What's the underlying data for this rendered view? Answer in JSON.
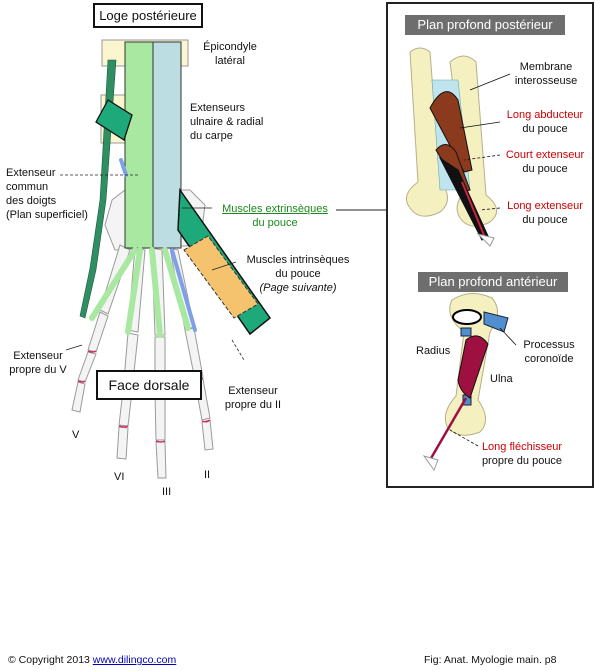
{
  "main": {
    "top_box": "Loge postérieure",
    "bottom_box": "Face dorsale",
    "labels": {
      "epicondyle_1": "Épicondyle",
      "epicondyle_2": "latéral",
      "ext_carpe_1": "Extenseurs",
      "ext_carpe_2": "ulnaire & radial",
      "ext_carpe_3": "du carpe",
      "commun_1": "Extenseur",
      "commun_2": "commun",
      "commun_3": "des doigts",
      "commun_4": "(Plan superficiel)",
      "extrin_1": "Muscles extrinsèques",
      "extrin_2": "du pouce",
      "intrin_1": "Muscles intrinsèques",
      "intrin_2": "du pouce",
      "intrin_3": "(Page suivante)",
      "propre_v_1": "Extenseur",
      "propre_v_2": "propre du V",
      "propre_ii_1": "Extenseur",
      "propre_ii_2": "propre du II",
      "finger_v": "V",
      "finger_vi": "VI",
      "finger_iii": "III",
      "finger_ii": "II"
    }
  },
  "inset": {
    "post_title": "Plan profond postérieur",
    "ant_title": "Plan profond antérieur",
    "labels": {
      "membrane_1": "Membrane",
      "membrane_2": "interosseuse",
      "long_abd_1": "Long abducteur",
      "long_abd_2": "du pouce",
      "court_ext_1": "Court extenseur",
      "court_ext_2": "du pouce",
      "long_ext_1": "Long extenseur",
      "long_ext_2": "du pouce",
      "radius": "Radius",
      "processus_1": "Processus",
      "processus_2": "coronoïde",
      "ulna": "Ulna",
      "long_flech_1": "Long fléchisseur",
      "long_flech_2": "propre du pouce"
    }
  },
  "footer": {
    "copyright": "© Copyright 2013",
    "url": "www.dilingco.com",
    "fig": "Fig:  Anat. Myologie main. p8"
  },
  "colors": {
    "green_label": "#1a8a1a",
    "red_label": "#cc0000",
    "muscle_green": "#1ea97a",
    "muscle_light_green": "#a8e8a0",
    "muscle_blue": "#bcdde2",
    "muscle_brown": "#8b3a1e",
    "muscle_crimson": "#9e1040",
    "bone_yellow": "#f5f0c0"
  }
}
